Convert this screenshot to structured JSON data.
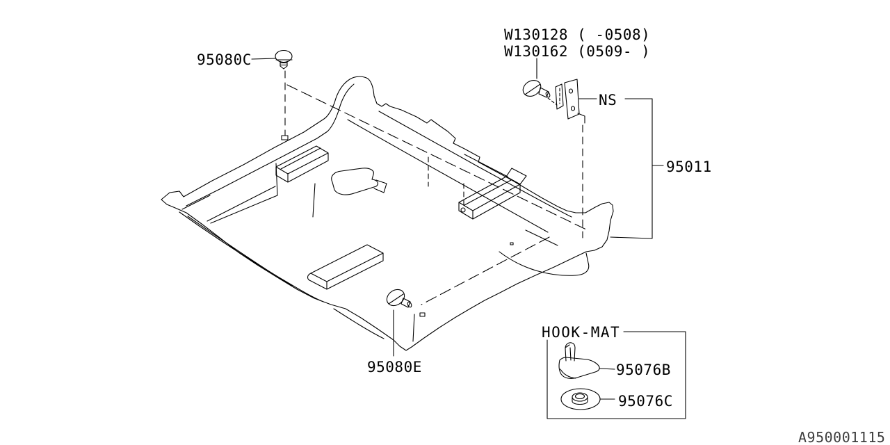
{
  "diagram": {
    "type": "parts-diagram",
    "subject": "floor mat / carpet assembly",
    "id_code": "A950001115",
    "background_color": "#ffffff",
    "line_color": "#000000",
    "text_color": "#000000"
  },
  "labels": {
    "part_95080c": "95080C",
    "fastener_line1": "W130128 ( -0508)",
    "fastener_line2": "W130162 (0509- )",
    "ns": "NS",
    "part_95011": "95011",
    "part_95080e": "95080E",
    "hook_mat_title": "HOOK-MAT",
    "part_95076b": "95076B",
    "part_95076c": "95076C",
    "diagram_id": "A950001115"
  }
}
